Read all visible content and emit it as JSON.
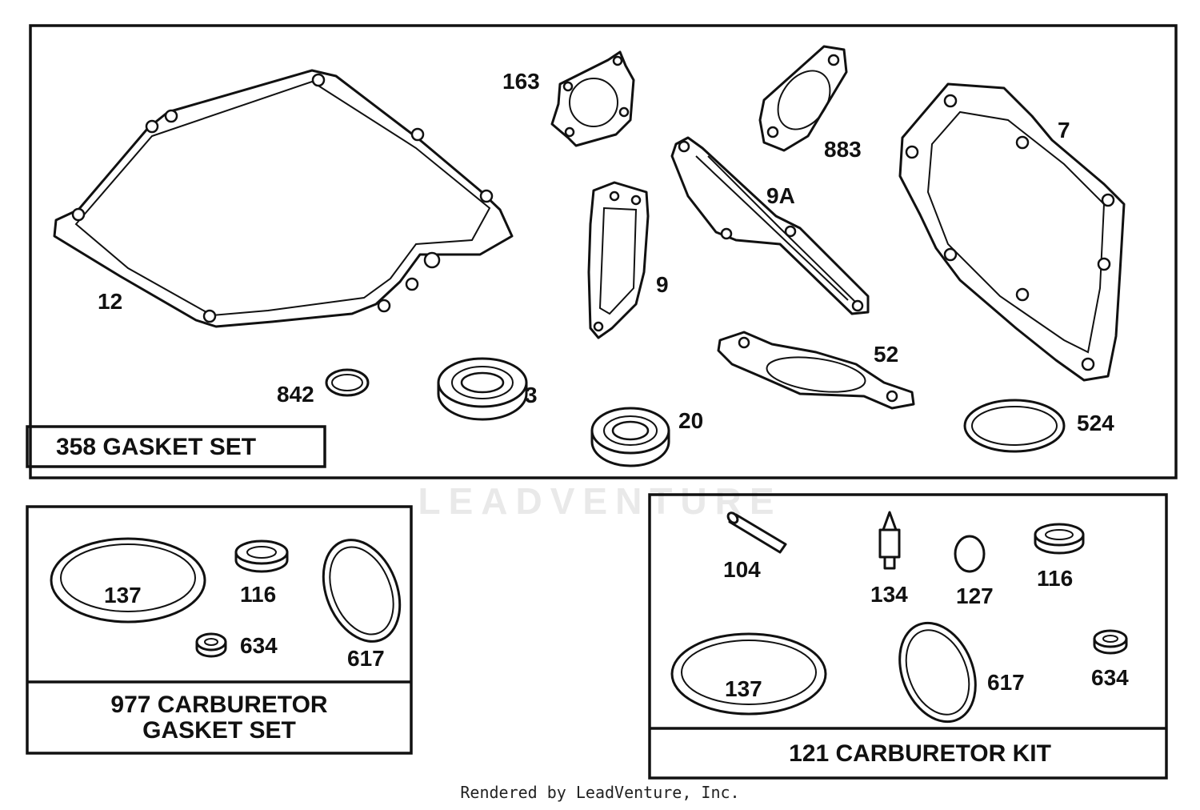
{
  "watermark": "LEADVENTURE",
  "footer": "Rendered by LeadVenture, Inc.",
  "kits": {
    "gasket_set": "358 GASKET SET",
    "carb_gasket_set_line1": "977 CARBURETOR",
    "carb_gasket_set_line2": "GASKET SET",
    "carb_kit": "121 CARBURETOR KIT"
  },
  "parts": {
    "p12": "12",
    "p163": "163",
    "p883": "883",
    "p7": "7",
    "p9a": "9A",
    "p9": "9",
    "p52": "52",
    "p842": "842",
    "p3": "3",
    "p20": "20",
    "p524": "524",
    "c137": "137",
    "c116": "116",
    "c634": "634",
    "c617": "617",
    "k104": "104",
    "k134": "134",
    "k127": "127",
    "k116": "116",
    "k137": "137",
    "k617": "617",
    "k634": "634"
  }
}
